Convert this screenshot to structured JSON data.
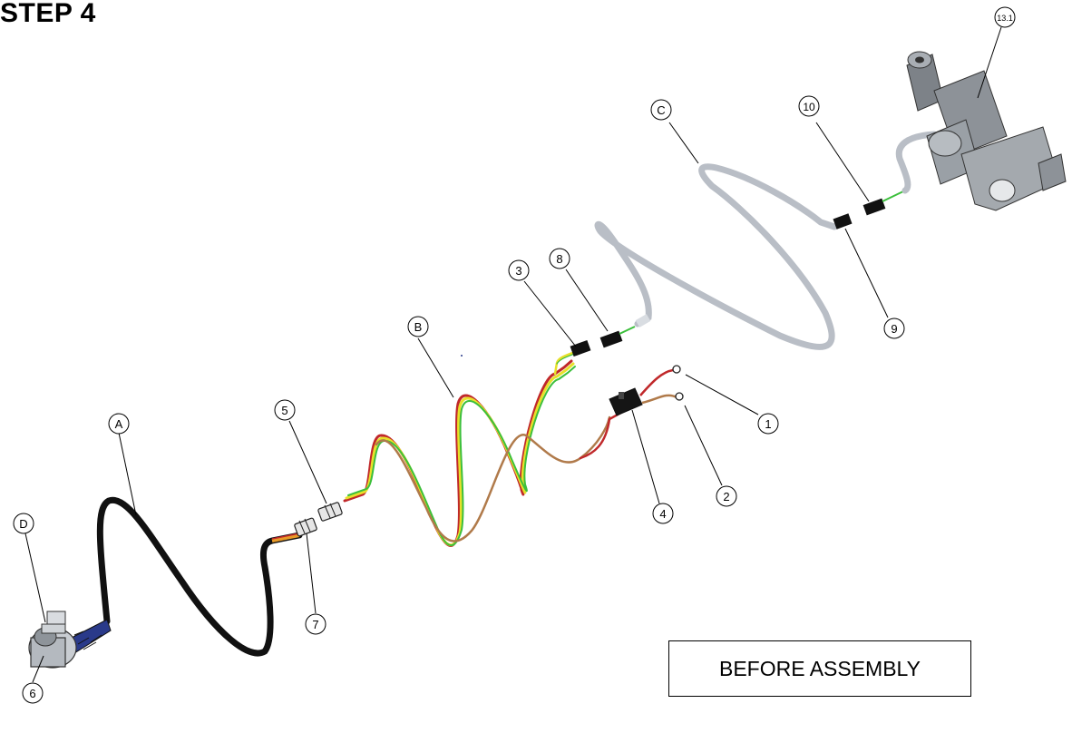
{
  "title": "STEP 4",
  "note": "BEFORE ASSEMBLY",
  "callouts": [
    "A",
    "B",
    "C",
    "D",
    "1",
    "2",
    "3",
    "4",
    "5",
    "6",
    "7",
    "8",
    "9",
    "10",
    "13.1"
  ],
  "colors": {
    "black_cable": "#111111",
    "gray_cable": "#b9bec6",
    "red_wire": "#c0282a",
    "yellow_wire": "#e8e02a",
    "green_wire": "#3cbf3c",
    "orange_wire": "#e89a28",
    "actuator_gray": "#9aa0a6"
  }
}
